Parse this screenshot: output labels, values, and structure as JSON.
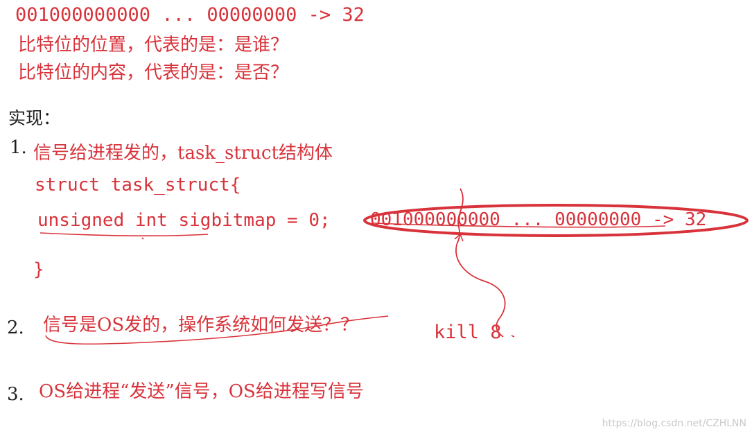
{
  "lines": {
    "bitmap_top": "001000000000 ... 00000000 -> 32",
    "question_position": "比特位的位置，代表的是：是谁？",
    "question_content": "比特位的内容，代表的是：是否？",
    "impl_heading": "实现：",
    "item1_number": "1.",
    "item1_text": "信号给进程发的，task_struct结构体",
    "code_struct_open": "struct task_struct{",
    "code_field": "unsigned int sigbitmap = 0;",
    "code_bitmap": "001000000000 ... 00000000 -> 32",
    "code_struct_close": "}",
    "item2_number": "2.",
    "item2_text": "信号是OS发的，操作系统如何发送？？",
    "kill_note": "kill 8",
    "item3_number": "3.",
    "item3_text": "OS给进程“发送”信号，OS给进程写信号"
  },
  "watermark": "https://blog.csdn.net/CZHLNN",
  "colors": {
    "ink_red": "#d8323a",
    "ink_dark": "#1f1f1f"
  }
}
